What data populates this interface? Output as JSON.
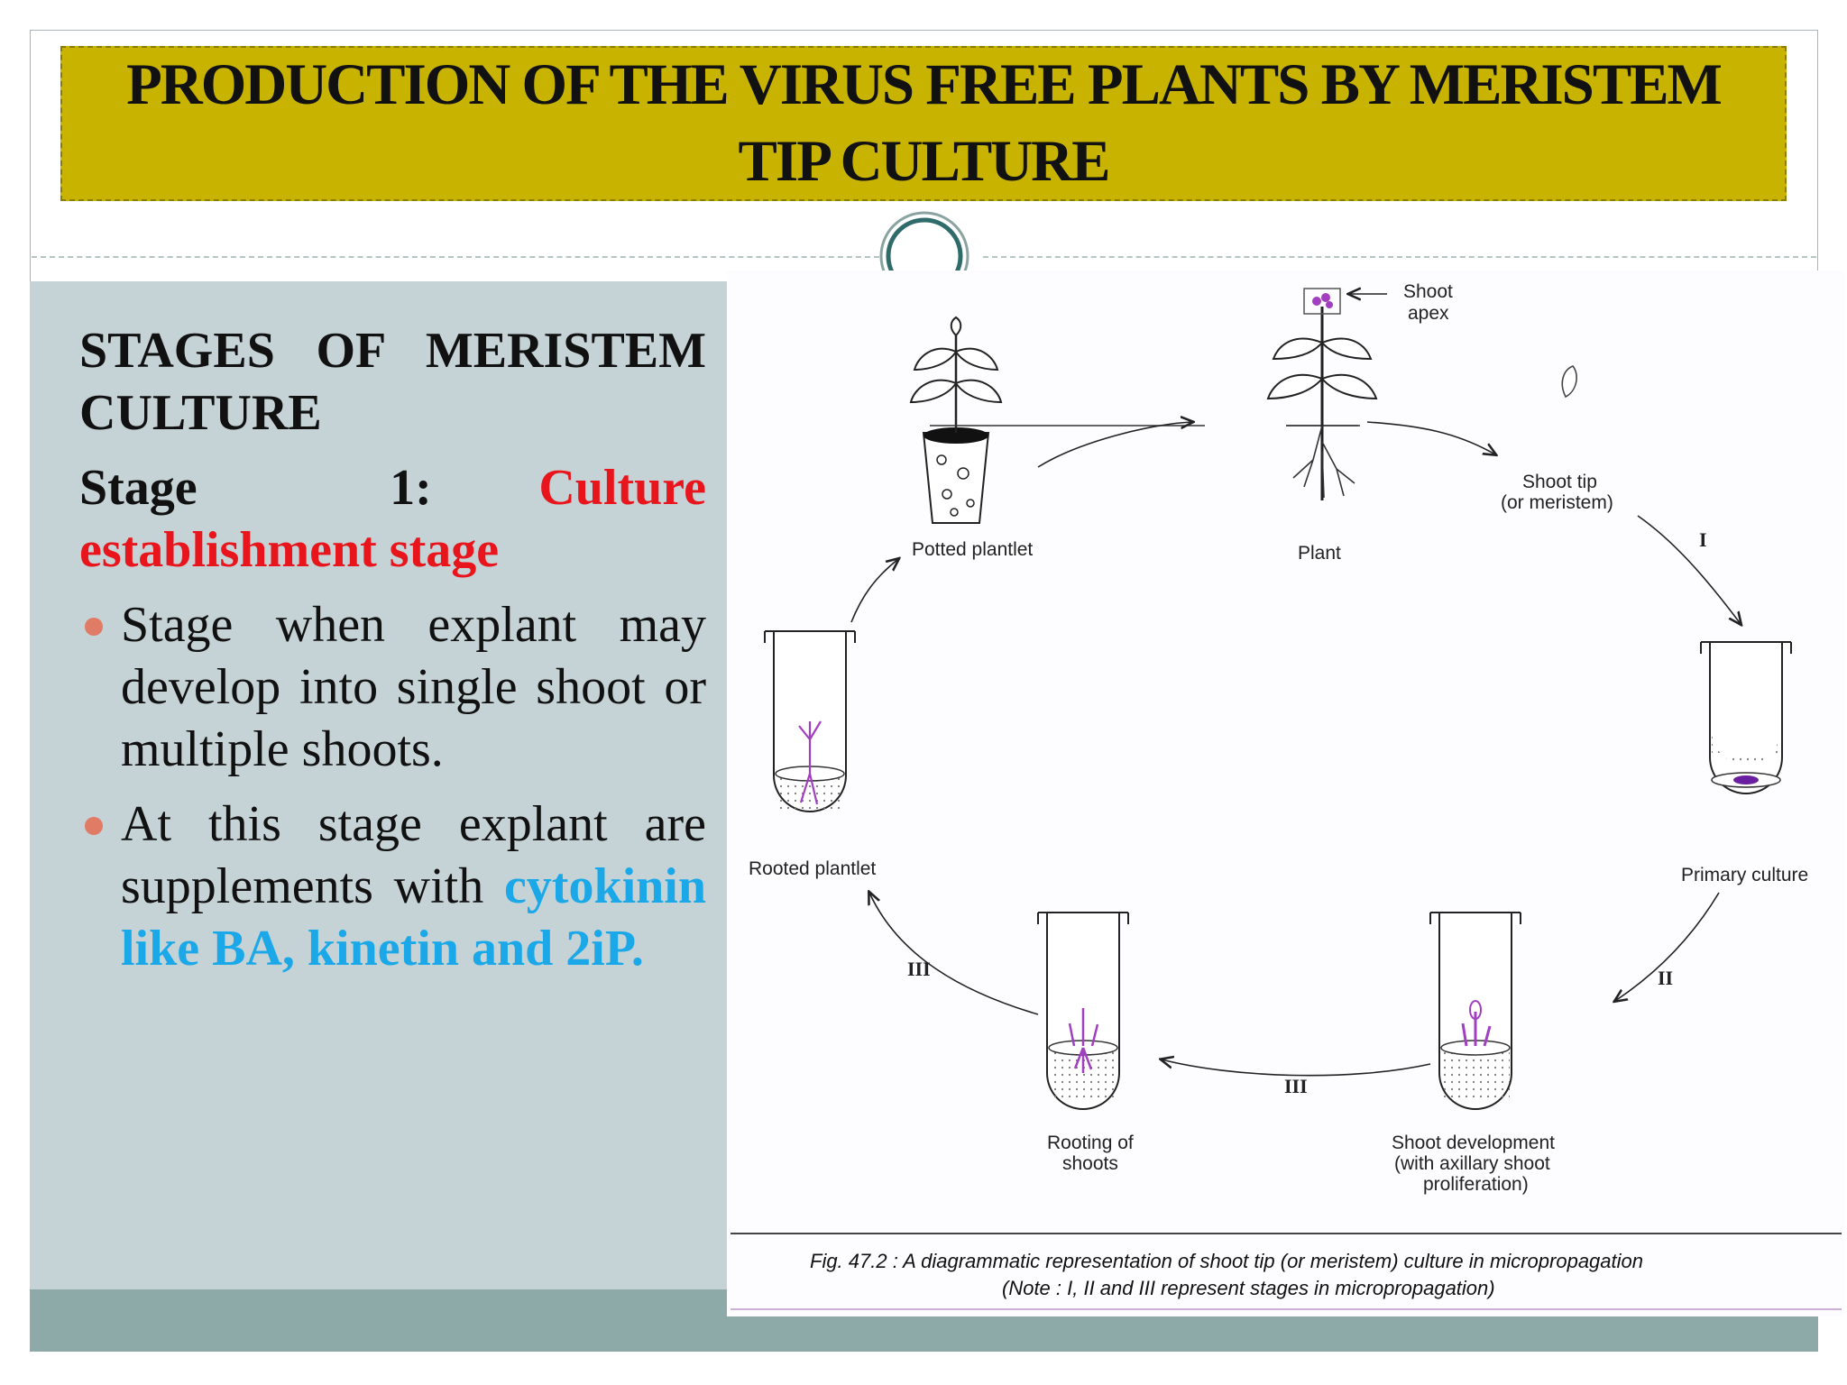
{
  "slide": {
    "title": "PRODUCTION OF THE VIRUS FREE PLANTS BY MERISTEM TIP CULTURE"
  },
  "left": {
    "heading": "STAGES OF MERISTEM CULTURE",
    "stage_prefix": "Stage 1:",
    "stage_name": "Culture establishment stage",
    "bullet1": "Stage when explant may develop into single shoot or multiple shoots.",
    "bullet2_text": "At this stage explant are supplements with",
    "bullet2_highlight": "cytokinin like BA, kinetin and 2iP."
  },
  "figure": {
    "labels": {
      "shoot_apex_1": "Shoot",
      "shoot_apex_2": "apex",
      "potted_plantlet": "Potted plantlet",
      "plant": "Plant",
      "shoot_tip_1": "Shoot tip",
      "shoot_tip_2": "(or meristem)",
      "primary_culture": "Primary culture",
      "rooted_plantlet": "Rooted plantlet",
      "rooting_1": "Rooting of",
      "rooting_2": "shoots",
      "shoot_dev_1": "Shoot development",
      "shoot_dev_2": "(with axillary shoot",
      "shoot_dev_3": "proliferation)"
    },
    "stages": {
      "I": "I",
      "II": "II",
      "III_a": "III",
      "III_b": "III"
    },
    "caption_1": "Fig. 47.2 : A diagrammatic representation of shoot tip (or meristem) culture in micropropagation",
    "caption_2": "(Note : I, II and III represent stages in micropropagation)",
    "colors": {
      "plant_purple": "#a23fc0",
      "culture_disc": "#6a1fa0"
    }
  }
}
